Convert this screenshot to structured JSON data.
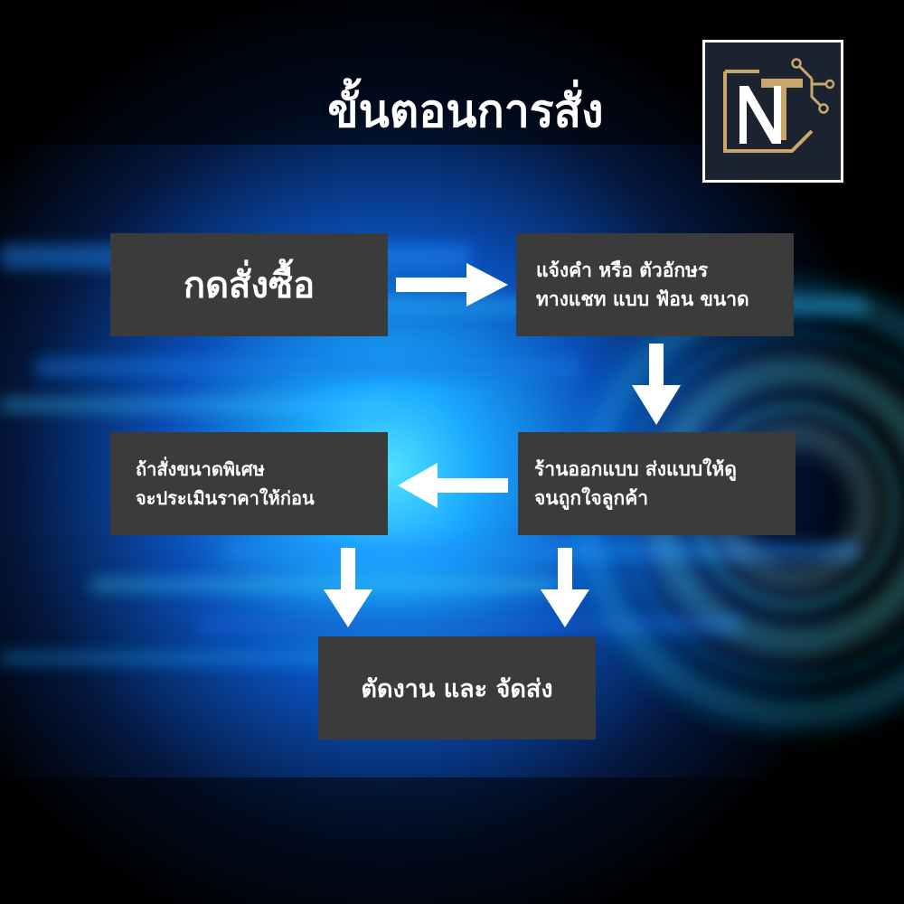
{
  "title": "ขั้นตอนการสั่ง",
  "logo": {
    "letters": "NT",
    "frame_color": "#ffffff",
    "bg_color": "#1b2330",
    "n_color": "#ffffff",
    "t_color": "#c9a76a"
  },
  "colors": {
    "box_bg": "#3b3b3b",
    "text": "#ffffff",
    "arrow": "#ffffff",
    "glow": "#0f6fe6"
  },
  "steps": {
    "order": "กดสั่งซื้อ",
    "notify": {
      "line1": "แจ้งคำ หรือ ตัวอักษร",
      "line2": "ทางแชท แบบ ฟ้อน ขนาด"
    },
    "special": {
      "line1": "ถ้าสั่งขนาดพิเศษ",
      "line2": "จะประเมินราคาให้ก่อน"
    },
    "design": {
      "line1": "ร้านออกแบบ ส่งแบบให้ดู",
      "line2": "จนถูกใจลูกค้า"
    },
    "ship": "ตัดงาน และ จัดส่ง"
  }
}
